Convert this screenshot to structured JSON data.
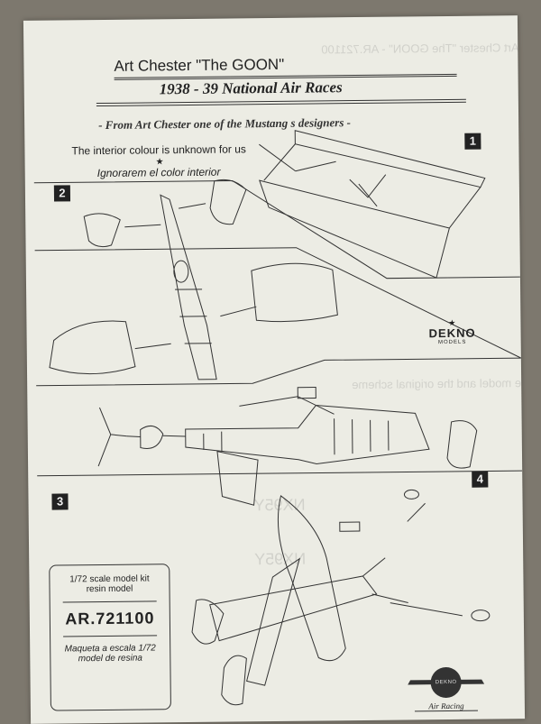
{
  "header": {
    "title": "Art Chester \"The GOON\"",
    "subtitle": "1938 - 39 National Air Races",
    "tagline": "- From Art Chester one of the Mustang s designers -"
  },
  "notes": {
    "interior_en": "The interior colour is unknown for us",
    "star": "★",
    "interior_es": "Ignorarem el color interior"
  },
  "steps": [
    "1",
    "2",
    "3",
    "4"
  ],
  "brand": {
    "star": "★",
    "name": "DEKNO",
    "sub": "MODELS"
  },
  "info_box": {
    "scale": "1/72 scale model kit",
    "type": "resin model",
    "code": "AR.721100",
    "scale_es": "Maqueta a escala 1/72",
    "type_es": "model de resina"
  },
  "footer_logo": {
    "badge": "DEKNO",
    "script": "Air Racing"
  }
}
